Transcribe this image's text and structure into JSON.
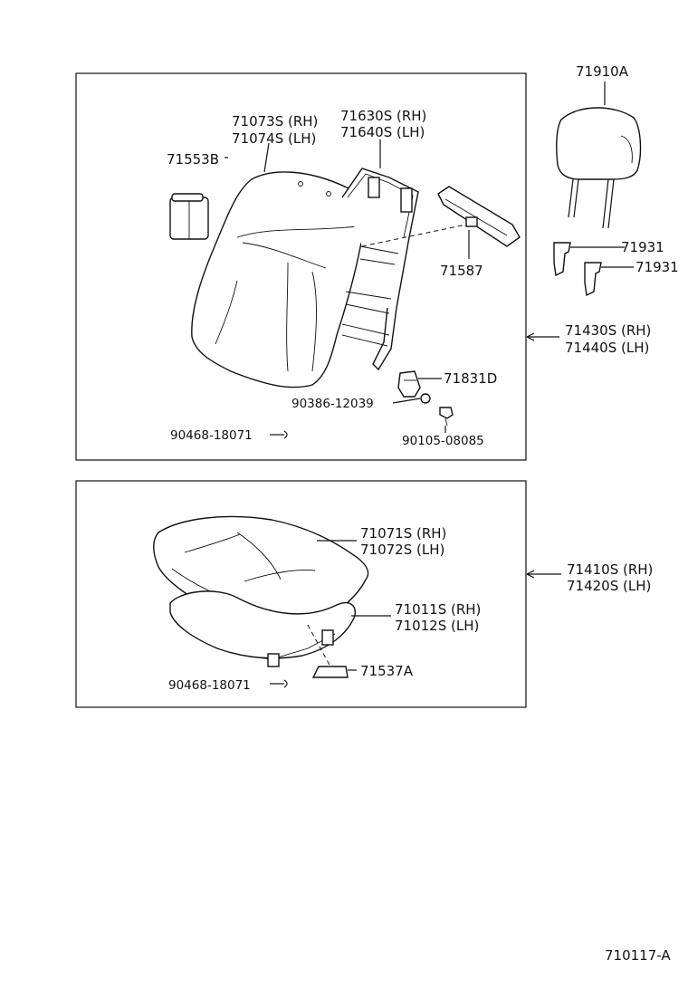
{
  "diagram_id": "710117-A",
  "headrest": {
    "part": "71910A",
    "support_a": "71931",
    "support_b": "71931"
  },
  "seatback_group": {
    "assy_rh": "71430S (RH)",
    "assy_lh": "71440S (LH)",
    "cover_rh": "71073S (RH)",
    "cover_lh": "71074S (LH)",
    "frame_rh": "71630S (RH)",
    "frame_lh": "71640S (LH)",
    "pad": "71553B",
    "spring": "71587",
    "clip": "71831D",
    "nut": "90386-12039",
    "screw": "90105-08085",
    "hog_ring": "90468-18071"
  },
  "cushion_group": {
    "assy_rh": "71410S (RH)",
    "assy_lh": "71420S (LH)",
    "cover_rh": "71071S (RH)",
    "cover_lh": "71072S (LH)",
    "pad_rh": "71011S (RH)",
    "pad_lh": "71012S (LH)",
    "label": "71537A",
    "hog_ring": "90468-18071"
  }
}
